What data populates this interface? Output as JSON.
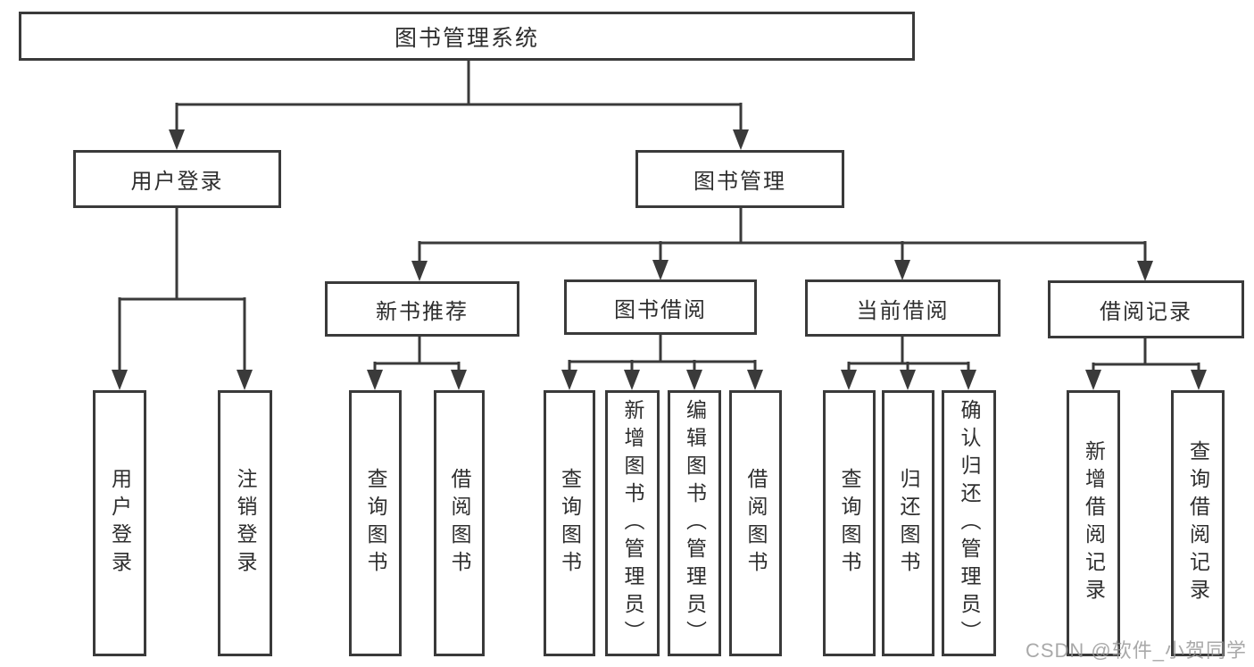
{
  "diagram": {
    "type": "hierarchy-tree",
    "colors": {
      "line": "#3a3a3a",
      "box_border": "#3a3a3a",
      "text": "#2e2e2e",
      "background": "#ffffff",
      "watermark_text_color": "#969696"
    },
    "nodes": {
      "root": {
        "label": "图书管理系统"
      },
      "user_login": {
        "label": "用户登录"
      },
      "book_mgmt": {
        "label": "图书管理"
      },
      "leaf_user_login": {
        "label": "用户登录"
      },
      "leaf_logout": {
        "label": "注销登录"
      },
      "new_book_rec": {
        "label": "新书推荐"
      },
      "book_borrow": {
        "label": "图书借阅"
      },
      "current_borrow": {
        "label": "当前借阅"
      },
      "borrow_record": {
        "label": "借阅记录"
      },
      "leaf_nb_query": {
        "label": "查询图书"
      },
      "leaf_nb_borrow": {
        "label": "借阅图书"
      },
      "leaf_bb_query": {
        "label": "查询图书"
      },
      "leaf_bb_add": {
        "label": "新增图书（管理员）"
      },
      "leaf_bb_edit": {
        "label": "编辑图书（管理员）"
      },
      "leaf_bb_borrow": {
        "label": "借阅图书"
      },
      "leaf_cb_query": {
        "label": "查询图书"
      },
      "leaf_cb_return": {
        "label": "归还图书"
      },
      "leaf_cb_confirm": {
        "label": "确认归还（管理员）"
      },
      "leaf_br_add": {
        "label": "新增借阅记录"
      },
      "leaf_br_query": {
        "label": "查询借阅记录"
      }
    },
    "watermark": {
      "text": "CSDN @软件_小贺同学"
    }
  }
}
